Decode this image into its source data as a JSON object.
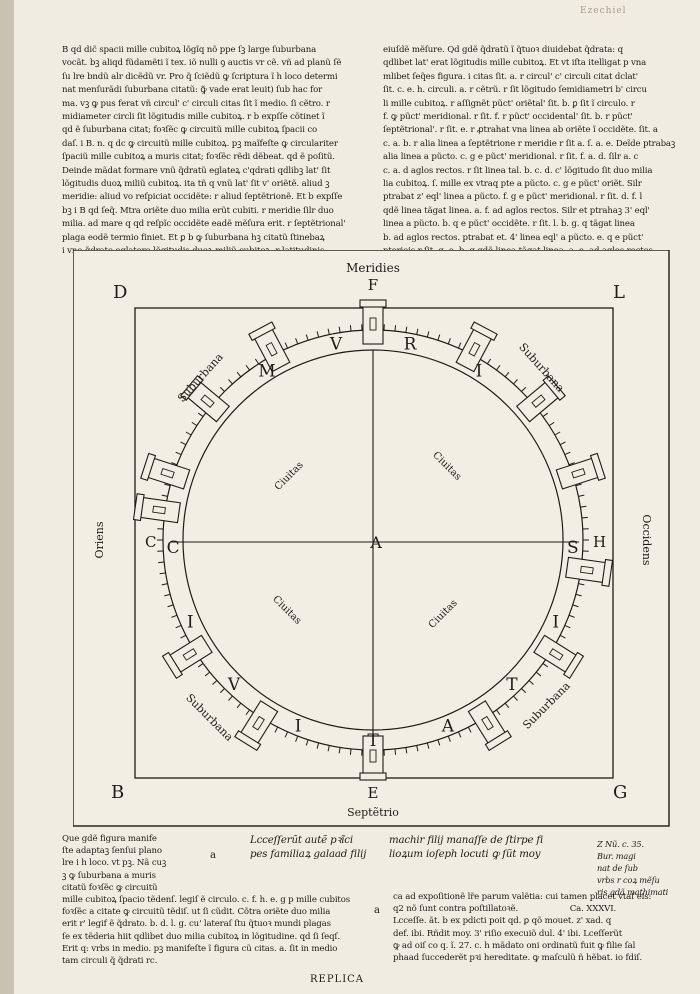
{
  "running_head": "Ezechiel",
  "left_column": [
    "B qd dic̃ spacii mille cubitoꝝ lõgĩq nõ ppe ſꝫ large ſuburbana",
    "vocãt. bꝫ aliqd fũdamẽti ĩ tex. iõ nulli ꝯ auctis vr cẽ. vñ ad planũ ſẽ",
    "ſu lre bndũ alr dicẽdũ vr. Pro q̃ ſciẽdũ ꝙ ſcriptura ĩ h loco determi",
    "nat menſurãdi ſuburbana citatũ: ꝙ̃ vade erat leuit) ſub hac for",
    "ma. vꝫ ꝙ pus ferat vñ circul' c' circuli citas ſit ĩ medio. ſi cẽtro. r",
    "midiameter circli ſit lõgitudis mille cubitoꝝ. r b expſſe cõtinet ĩ",
    "qd ẽ ſuburbana citat; foꝛſẽc ꝙ circuitũ mille cubitoꝝ ſpacii co",
    "daſ. i B. n. q dc ꝙ circuitũ mille cubitoꝝ. pꝫ maĩfeſte ꝙ circulariter",
    "ſpaciũ mille cubitoꝝ a muris citat; foꝛſẽc rẽdi dẽbeat. qd ẽ poſitũ.",
    "Deinde mãdat formare vnũ q̃dratũ eglateꝝ c'qdrati qdlibꝫ lat' ſit",
    "lõgitudis duoꝝ miliũ cubitoꝝ. ita tñ q vnũ lat' ſit v' oriẽtẽ. aliud ꝫ",
    "meridie: aliud vo reſpiciat occidẽte: r aliud ſeptẽtrionẽ. Et b expſſe",
    "bꝫ i B qd ſeq̃. Mtra oriẽte duo milia erũt cubiti. r meridie ſilr duo",
    "milia. ad mare q qd reſpĩc occidẽte eadẽ mẽſura erit. r ſeptẽtrional'",
    "plaga eodẽ termio finiet. Et ꝑ b ꝙ ſuburbana hꝫ citatũ ſtinebaꝝ",
    "i vno q̃drato eglatero lõgitudis duoꝝ miliũ cubitoꝝ. r latitudinis"
  ],
  "right_column": [
    "eiuſdẽ mẽſure. Qd gdẽ q̃dratũ ĩ q̃tuoꝛ diuidebat q̃drata: q",
    "qdlibet lat' erat lõgitudis mille cubitoꝝ. Et vt iſta itelligat p vna",
    "mlibet ſeq̃es figura. i citas ſit. a. r circul' c' circuli citat dclat'",
    "ſit. c. e. h. circuli. a. r cẽtrũ. r ſit lõgitudo ſemidiametri b' circu",
    "li mille cubitoꝝ. r aſſignẽt pũct' oriẽtal' ſit. b. ꝑ ſit ĩ circulo. r",
    "f. ꝙ pũct' meridional. r ſit. f. r pũct' occidental' ſit. b. r pũct'",
    "ſeptẽtrional'. r ſit. e. r ꝓtrahat vna linea ab oriẽte ĩ occidẽte. ſit. a",
    "c. a. b. r alia linea a ſeptẽtrione r meridie r ſit a. ſ. a. e. Deĩde ptrabaꝫ",
    "alia linea a pũcto. c. g e pũct' meridional. r ſit. f. a. d. ſilr a. c",
    "c. a. d aglos rectos. r ſit linea tal. b. c. d. c' lõgitudo ſit duo milia",
    "lia cubitoꝝ. ſ. mille ex vtraq pte a pũcto. c. g e pũct' oriẽt. Silr",
    "ptrabat z' eql' linea a pũcto. f. g e pũct' meridional. r ſit. d. f. l",
    "qdẽ linea tãgat linea. a. f. ad aglos rectos. Silr et ptrahaꝫ 3' eql'",
    "linea a pũcto. b. q e pũct' occidẽte. r ſit. l. b. g. q tãgat linea",
    "b. ad aglos rectos. ptrabat et. 4' linea eql' a pũcto. e. q e pũct'",
    "pteriois r ſit. g. e. b. q qdẽ linea tãgat linea. a. e. ad aglos rectos."
  ],
  "figure": {
    "top_label": "Meridies",
    "bottom_label": "Septẽtrio",
    "left_label": "Oriens",
    "right_label": "Occidens",
    "corner_tl": "D",
    "corner_tr": "L",
    "corner_bl": "B",
    "corner_br": "G",
    "point_top": "F",
    "point_bottom": "E",
    "point_left": "C",
    "point_right": "H",
    "center": "A",
    "suburbana_label": "Suburbana",
    "civitas_label": "Ciuitas",
    "muri_word": [
      "M",
      "V",
      "R",
      "I"
    ],
    "civitatis_word": [
      "C",
      "I",
      "V",
      "I",
      "T",
      "A",
      "T",
      "I",
      "S"
    ]
  },
  "bottom_left": [
    "Que gdẽ figura manife",
    "ſte adaptaꝫ ſenſui plano",
    "lre i h loco. vt pꝫ. Nã cuꝫ",
    "ꝫ ꝙ ſuburbana a muris",
    "citatũ foꝛſẽc ꝙ circuitũ",
    "mille cubitoꝝ ſpacio tẽdenſ. legiſ ẽ circulo. c. f. h. e. g p mille cubitos",
    "foꝛſẽc a citate ꝙ circuitũ tẽdiſ. ut ſi cũdit. Cõtra oriẽte duo milia",
    "erit r' legif ẽ q̃drato. b. d. l. g. cu' lateraſ ſtu q̃tuoꝛ mundi plagas",
    "ſe ex tẽderia hiit qdlibet duo milia cubitoꝝ in lõgitudine. qd ſi ſeqſ.",
    "Erit q: vrbs in medio. pꝫ manifeſte ĩ figura cũ citas. a. ſit in medio",
    "tam circuli q̃ q̃drati rc."
  ],
  "bottom_mid": [
    "Lcceſſerũt autẽ pꝛĩci",
    "pes familiaꝝ galaad filij"
  ],
  "bottom_mid2": [
    "machir filij manaſſe de ſtirpe fi",
    "lioꝝum ioſeph locuti ꝙ ſũt moy"
  ],
  "bottom_right": [
    "Z Nũ. c. 35.",
    "Bur. magi",
    "nat de ſub",
    "vrbs r coꝝ mẽſu",
    "ris qdã mathimati"
  ],
  "bottom_para": [
    "ca ad expoſitionẽ lr̃e parum valẽtia: cui tamen placet vtaſ eis:",
    "q2 nõ ſunt contra poſtillatoꝛẽ.                    Ca. XXXVI.",
    "Lcceſſe. ãt. b ex pdicti poit qd. ꝑ qõ mouet. z' xad. q",
    "def. ibi. Rñdit moy. 3' riſio execuiõ dul. 4' ibi. Lceſſerũt",
    "ꝙ ad oiſ co q. ĩ. 27. c. h mãdato oni ordinatũ fuit ꝙ filie ſal",
    "phaad ſuccederẽt pꝛi hereditate. ꝙ maſculũ ñ hẽbat. io fdiſ."
  ],
  "margin_marks": [
    "a",
    "a"
  ],
  "catchword": "REPLICA"
}
